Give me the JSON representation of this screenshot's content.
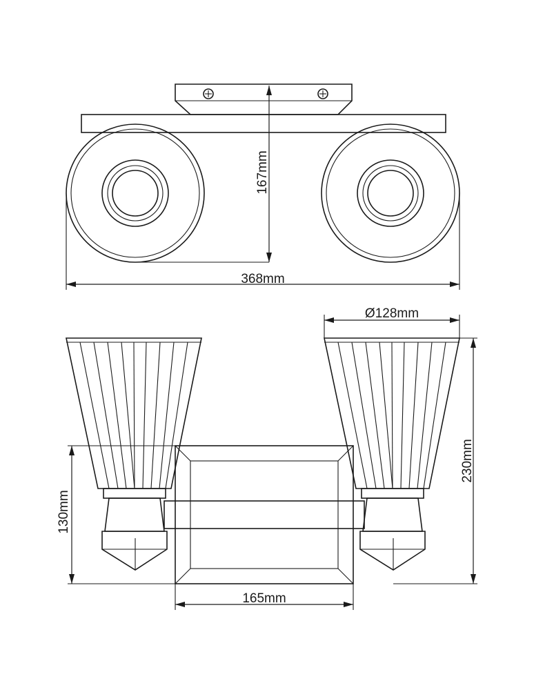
{
  "dimensions": {
    "top_height": "167mm",
    "top_width": "368mm",
    "shade_diameter": "Ø128mm",
    "side_height": "230mm",
    "backplate_height": "130mm",
    "backplate_width": "165mm"
  }
}
